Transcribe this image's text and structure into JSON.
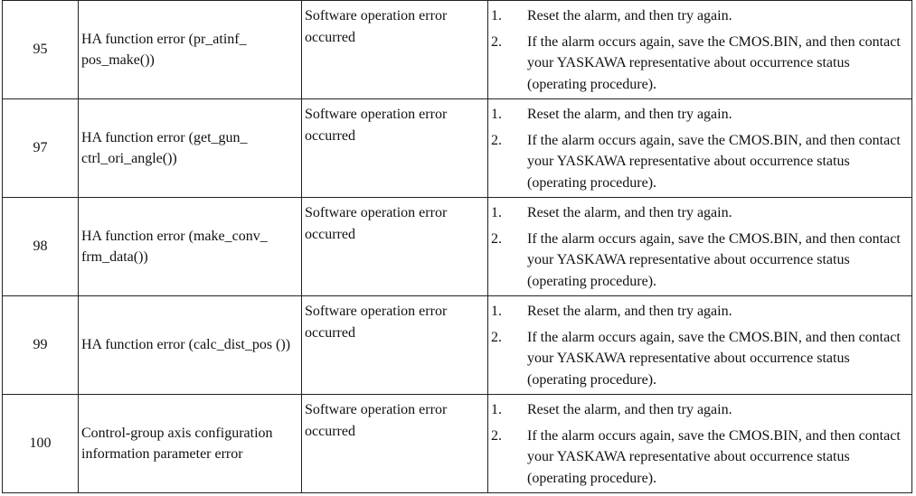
{
  "rows": [
    {
      "code": "95",
      "meaning": "HA function error (pr_atinf_ pos_make())",
      "cause": "Software operation error occurred",
      "remedies": [
        {
          "num": "1.",
          "text": "Reset the alarm, and then try again."
        },
        {
          "num": "2.",
          "text": "If the alarm occurs again, save the CMOS.BIN, and then contact your YASKAWA representative about occurrence status (operating procedure)."
        }
      ]
    },
    {
      "code": "97",
      "meaning": "HA function error (get_gun_ ctrl_ori_angle())",
      "cause": "Software operation error occurred",
      "remedies": [
        {
          "num": "1.",
          "text": "Reset the alarm, and then try again."
        },
        {
          "num": "2.",
          "text": "If the alarm occurs again, save the CMOS.BIN, and then contact your YASKAWA representative about occurrence status (operating procedure)."
        }
      ]
    },
    {
      "code": "98",
      "meaning": "HA function error (make_conv_ frm_data())",
      "cause": "Software operation error occurred",
      "remedies": [
        {
          "num": "1.",
          "text": "Reset the alarm, and then try again."
        },
        {
          "num": "2.",
          "text": "If the alarm occurs again, save the CMOS.BIN, and then contact your YASKAWA representative about occurrence status (operating procedure)."
        }
      ]
    },
    {
      "code": "99",
      "meaning": "HA function error (calc_dist_pos ())",
      "cause": "Software operation error occurred",
      "remedies": [
        {
          "num": "1.",
          "text": "Reset the alarm, and then try again."
        },
        {
          "num": "2.",
          "text": "If the alarm occurs again, save the CMOS.BIN, and then contact your YASKAWA representative about occurrence status (operating procedure)."
        }
      ]
    },
    {
      "code": "100",
      "meaning": "Control-group axis configuration information parameter error",
      "cause": "Software operation error occurred",
      "remedies": [
        {
          "num": "1.",
          "text": "Reset the alarm, and then try again."
        },
        {
          "num": "2.",
          "text": "If the alarm occurs again, save the CMOS.BIN, and then contact your YASKAWA representative about occurrence status (operating procedure)."
        }
      ]
    }
  ]
}
